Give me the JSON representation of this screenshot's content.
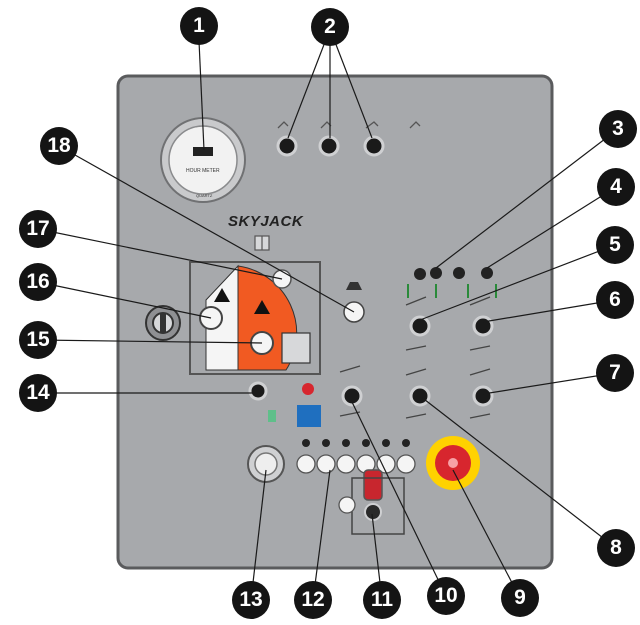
{
  "panel": {
    "brand": "SKYJACK",
    "hour_meter_label": "HOUR METER",
    "hour_meter_sublabel": "QUARTZ",
    "colors": {
      "panel": "#a7a9ac",
      "panel_border": "#4d4d4f",
      "callout": "#141414",
      "orange": "#f15a22",
      "estop_red": "#d7262e",
      "estop_yellow": "#ffd200",
      "indicator_blue": "#1f6fbf"
    }
  },
  "callouts": [
    "1",
    "2",
    "3",
    "4",
    "5",
    "6",
    "7",
    "8",
    "9",
    "10",
    "11",
    "12",
    "13",
    "14",
    "15",
    "16",
    "17",
    "18"
  ]
}
